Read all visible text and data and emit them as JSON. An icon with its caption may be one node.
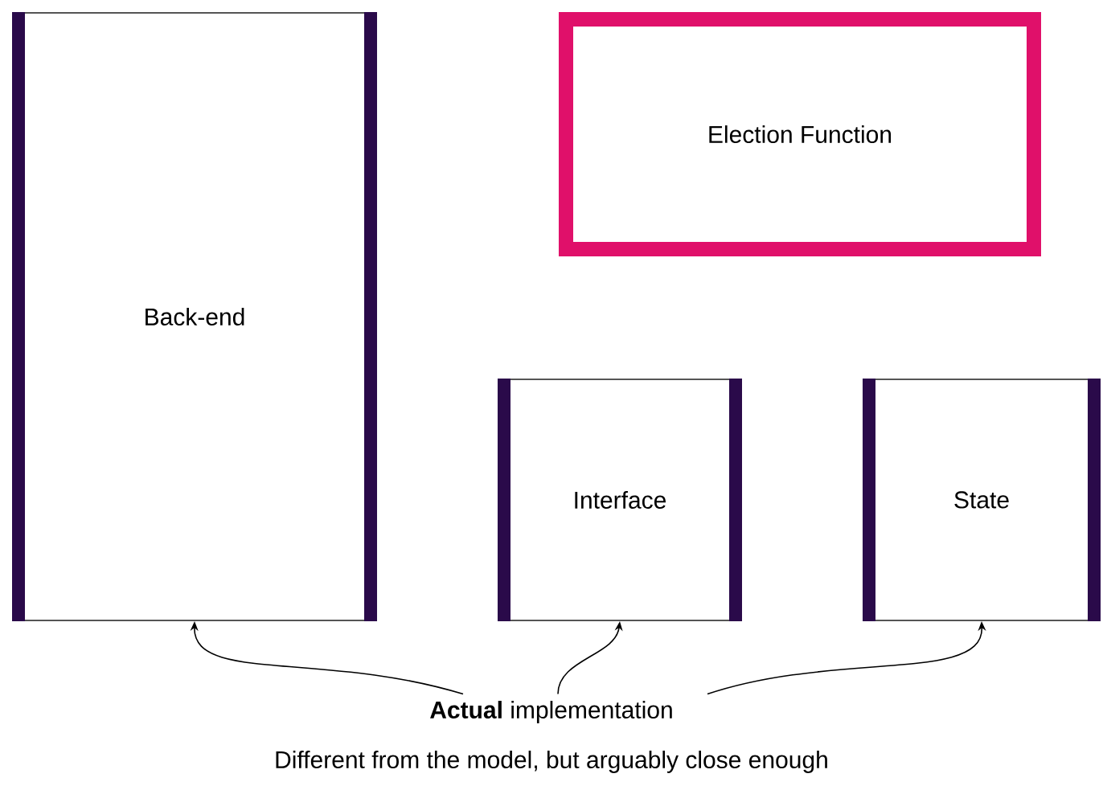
{
  "diagram": {
    "nodes": [
      {
        "text": [
          "Back-end"
        ]
      },
      {
        "text": [
          "Election Function"
        ]
      },
      {
        "text": [
          "Interface"
        ]
      },
      {
        "text": [
          "State"
        ]
      },
      {
        "text": [
          "**Actual** implementation"
        ]
      }
    ],
    "edges": [
      {
        "from": 4,
        "to": 0,
        "arrow": "to"
      },
      {
        "from": 4,
        "to": 2,
        "arrow": "to"
      },
      {
        "from": 4,
        "to": 3,
        "arrow": "to"
      }
    ],
    "labels": [
      "Different from the model, but arguably close enough"
    ]
  }
}
